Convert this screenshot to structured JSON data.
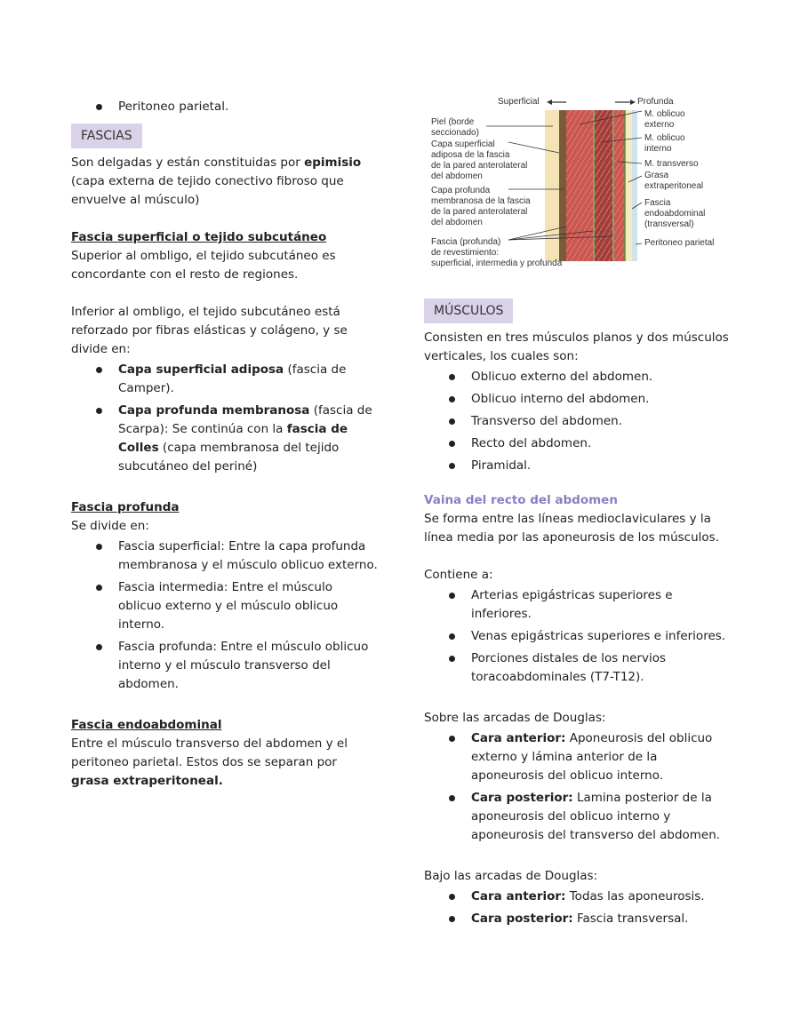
{
  "left": {
    "top_bullet": "Peritoneo parietal.",
    "fascias_tag": "FASCIAS",
    "intro_plain": "Son delgadas y están constituidas por ",
    "intro_bold": "epimisio",
    "intro_rest": " (capa externa de tejido conectivo fibroso que envuelve al músculo)",
    "superficial": {
      "heading": "Fascia superficial o tejido subcutáneo",
      "p1": "Superior al ombligo, el tejido subcutáneo es concordante con el resto de regiones.",
      "p2": "Inferior al ombligo, el tejido subcutáneo está reforzado por fibras elásticas y colágeno, y se divide en:",
      "item1_bold": "Capa superficial adiposa",
      "item1_rest": " (fascia de Camper).",
      "item2_bold": "Capa profunda membranosa",
      "item2_mid": " (fascia de Scarpa): Se continúa con la ",
      "item2_bold2": "fascia de Colles",
      "item2_rest": " (capa membranosa del tejido subcutáneo del periné)"
    },
    "profunda": {
      "heading": "Fascia profunda",
      "intro": "Se divide en:",
      "items": [
        "Fascia superficial: Entre la capa profunda membranosa y el músculo oblicuo externo.",
        "Fascia intermedia: Entre el músculo oblicuo externo y el músculo oblicuo interno.",
        "Fascia profunda: Entre el músculo oblicuo interno y el músculo transverso del abdomen."
      ]
    },
    "endo": {
      "heading": "Fascia endoabdominal",
      "text": "Entre el músculo transverso del abdomen y el peritoneo parietal. Estos dos se separan por ",
      "bold": "grasa extraperitoneal."
    }
  },
  "diagram": {
    "superficial": "Superficial",
    "profunda": "Profunda",
    "left_labels": [
      "Piel (borde\nseccionado)",
      "Capa superficial\nadiposa de la fascia\nde la pared anterolateral\ndel abdomen",
      "Capa profunda\nmembranosa de la fascia\nde la pared anterolateral\ndel abdomen",
      "Fascia (profunda)\nde revestimiento:\nsuperficial, intermedia y profunda"
    ],
    "right_labels": [
      "M. oblicuo\nexterno",
      "M. oblicuo\ninterno",
      "M. transverso",
      "Grasa\nextraperitoneal",
      "Fascia\nendoabdominal\n(transversal)",
      "Peritoneo parietal"
    ],
    "colors": {
      "skin": "#f3e3b5",
      "muscle": "#c9564f",
      "muscle_dark": "#a23d3a",
      "fat": "#f6ecc4",
      "peritoneum": "#cfe3ee"
    }
  },
  "right": {
    "musculos_tag": "MÚSCULOS",
    "intro": "Consisten en tres músculos planos y dos músculos verticales, los cuales son:",
    "muscles": [
      "Oblicuo externo del abdomen.",
      "Oblicuo interno del abdomen.",
      "Transverso del abdomen.",
      "Recto del abdomen.",
      "Piramidal."
    ],
    "vaina_heading": "Vaina del recto del abdomen",
    "vaina_text": "Se forma entre las líneas medioclaviculares y la línea media por las aponeurosis de los músculos.",
    "contiene": "Contiene a:",
    "contiene_items": [
      "Arterias epigástricas superiores e inferiores.",
      "Venas epigástricas superiores e inferiores.",
      "Porciones distales de los nervios toracoabdominales (T7-T12)."
    ],
    "sobre": "Sobre las arcadas de Douglas:",
    "sobre_ant_bold": "Cara anterior:",
    "sobre_ant_text": " Aponeurosis del oblicuo externo y lámina anterior de la aponeurosis del oblicuo interno.",
    "sobre_post_bold": "Cara posterior:",
    "sobre_post_text": " Lamina posterior de la aponeurosis del oblicuo interno y aponeurosis del transverso del abdomen.",
    "bajo": "Bajo las arcadas de Douglas:",
    "bajo_ant_bold": "Cara anterior:",
    "bajo_ant_text": " Todas las aponeurosis.",
    "bajo_post_bold": "Cara posterior:",
    "bajo_post_text": " Fascia transversal."
  }
}
